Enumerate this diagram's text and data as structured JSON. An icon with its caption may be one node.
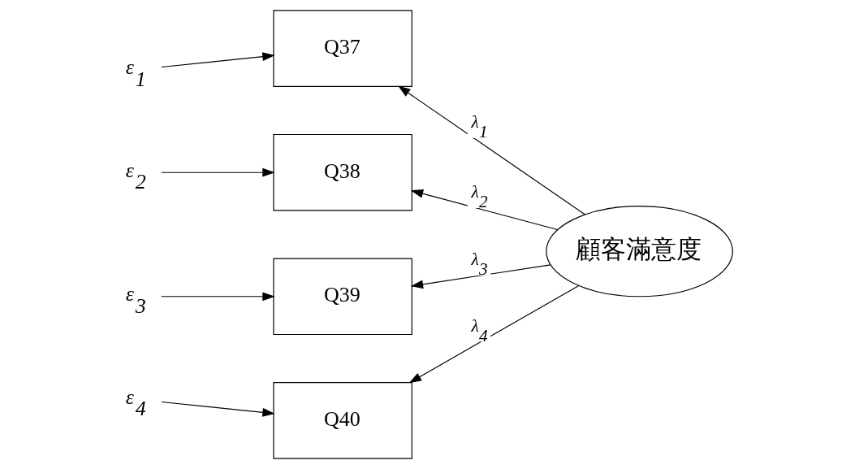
{
  "diagram": {
    "nodes": [
      {
        "text": [
          "ε$_{1}$"
        ]
      },
      {
        "text": [
          "ε$_{2}$"
        ]
      },
      {
        "text": [
          "ε$_{3}$"
        ]
      },
      {
        "text": [
          "ε$_{4}$"
        ]
      },
      {
        "text": [
          "Q37"
        ]
      },
      {
        "text": [
          "Q38"
        ]
      },
      {
        "text": [
          "Q39"
        ]
      },
      {
        "text": [
          "Q40"
        ]
      },
      {
        "text": [
          "顧客滿意度"
        ]
      }
    ],
    "edges": [
      {
        "from": 0,
        "to": 4,
        "arrow": "to"
      },
      {
        "from": 1,
        "to": 5,
        "arrow": "to"
      },
      {
        "from": 2,
        "to": 6,
        "arrow": "to"
      },
      {
        "from": 3,
        "to": 7,
        "arrow": "to"
      },
      {
        "from": 8,
        "to": 4,
        "arrow": "to",
        "label": "λ$_{1}$"
      },
      {
        "from": 8,
        "to": 5,
        "arrow": "to",
        "label": "λ$_{2}$"
      },
      {
        "from": 8,
        "to": 6,
        "arrow": "to",
        "label": "λ$_{3}$"
      },
      {
        "from": 8,
        "to": 7,
        "arrow": "to",
        "label": "λ$_{4}$"
      }
    ]
  }
}
